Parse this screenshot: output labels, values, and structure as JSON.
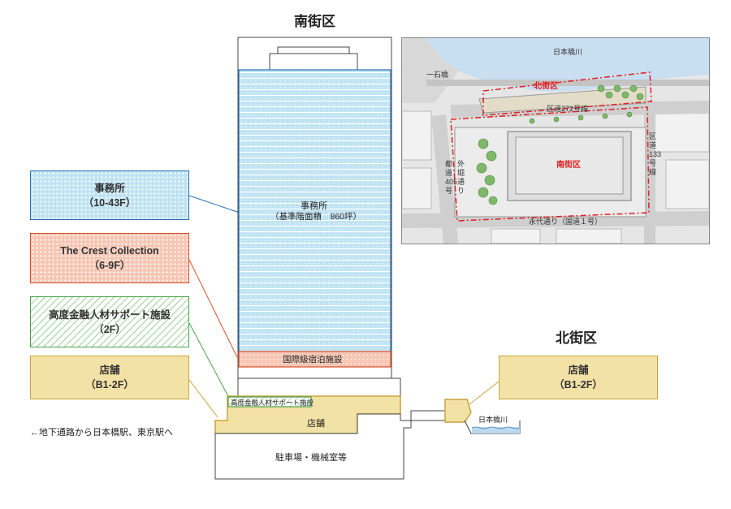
{
  "headers": {
    "south": "南街区",
    "north": "北街区"
  },
  "legend": {
    "office": {
      "title": "事務所",
      "floors": "（10-43F）"
    },
    "crest": {
      "title": "The Crest Collection",
      "floors": "（6-9F）"
    },
    "finance": {
      "title": "高度金融人材サポート施設",
      "floors": "（2F）"
    },
    "retail": {
      "title": "店舗",
      "floors": "（B1-2F）"
    },
    "north_retail": {
      "title": "店舗",
      "floors": "（B1-2F）"
    }
  },
  "building": {
    "office_title": "事務所",
    "office_sub": "（基準階面積　860坪）",
    "hotel": "国際級宿泊施設",
    "finance": "高度金融人材サポート施設",
    "retail": "店舗",
    "parking": "駐車場・機械室等"
  },
  "underground_note": "←地下通路から日本橋駅、東京駅へ",
  "river_label": "日本橋川",
  "map": {
    "river": "日本橋川",
    "bridge": "一石橋",
    "north": "北街区",
    "south": "南街区",
    "road_272": "区道272号線",
    "road_133": "区道133号線",
    "sotobori": "外堀通り",
    "toto405": "都道405号",
    "eitai": "永代通り（国道１号）"
  },
  "colors": {
    "office": "#bfe3f3",
    "office_border": "#2a6fb5",
    "hotel": "#f6c6b4",
    "hotel_border": "#d9502a",
    "finance_border": "#49a24a",
    "retail": "#f3e2a6",
    "retail_border": "#c9a33a",
    "map_boundary": "#e02020"
  }
}
